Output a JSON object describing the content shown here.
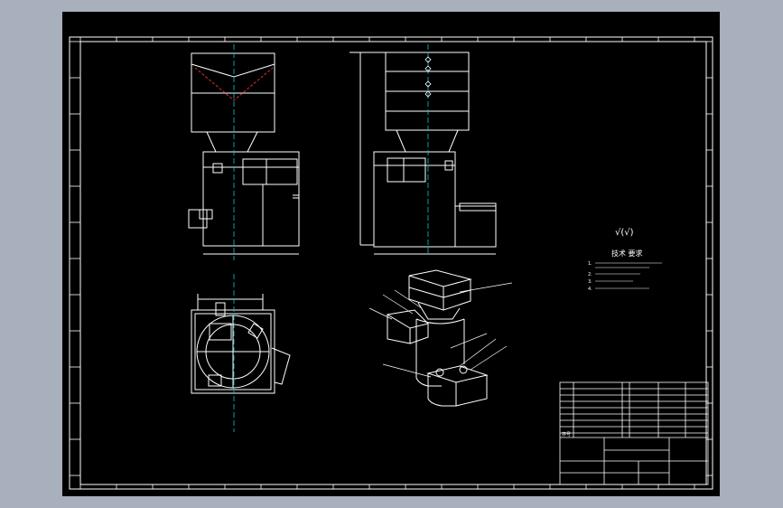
{
  "colors": {
    "background": "#a8b0bd",
    "sheet": "#000000",
    "line": "#ffffff",
    "centerline": "#00c8d8",
    "hidden_line": "#e03030"
  },
  "tech": {
    "roughness": "√(√)",
    "title": "技术 要求",
    "notes": [
      "1.",
      "2.",
      "3.",
      "4."
    ]
  },
  "title_block": {
    "row_labels": [
      "序号"
    ]
  }
}
